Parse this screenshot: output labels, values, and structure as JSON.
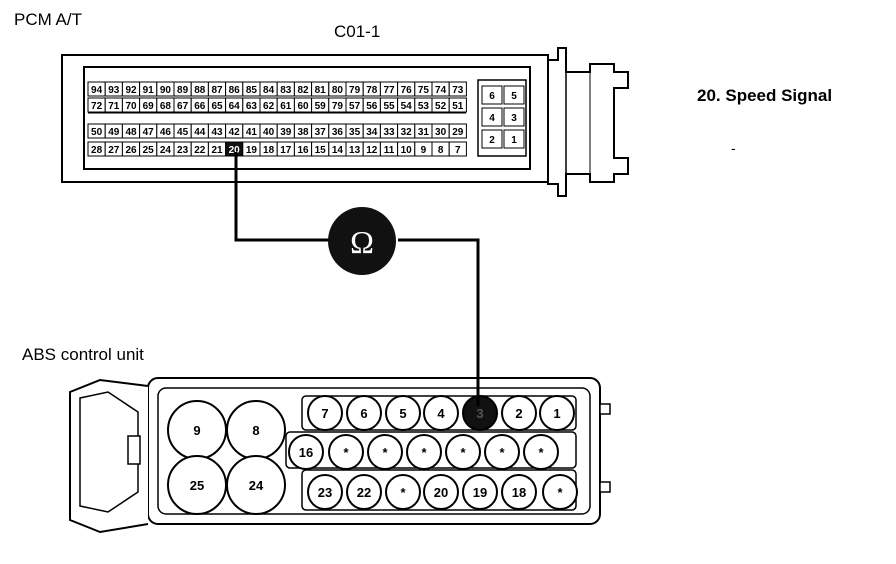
{
  "labels": {
    "pcm": "PCM A/T",
    "connector": "C01-1",
    "abs": "ABS control unit",
    "signal": "20. Speed Signal",
    "dash": "-",
    "meter": "Ω"
  },
  "pcm_pins": {
    "row1": [
      "94",
      "93",
      "92",
      "91",
      "90",
      "89",
      "88",
      "87",
      "86",
      "85",
      "84",
      "83",
      "82",
      "81",
      "80",
      "79",
      "78",
      "77",
      "76",
      "75",
      "74",
      "73"
    ],
    "row2": [
      "72",
      "71",
      "70",
      "69",
      "68",
      "67",
      "66",
      "65",
      "64",
      "63",
      "62",
      "61",
      "60",
      "59",
      "79",
      "57",
      "56",
      "55",
      "54",
      "53",
      "52",
      "51"
    ],
    "row3": [
      "50",
      "49",
      "48",
      "47",
      "46",
      "45",
      "44",
      "43",
      "42",
      "41",
      "40",
      "39",
      "38",
      "37",
      "36",
      "35",
      "34",
      "33",
      "32",
      "31",
      "30",
      "29"
    ],
    "row4": [
      "28",
      "27",
      "26",
      "25",
      "24",
      "23",
      "22",
      "21",
      "20",
      "19",
      "18",
      "17",
      "16",
      "15",
      "14",
      "13",
      "12",
      "11",
      "10",
      "9",
      "8",
      "7"
    ],
    "small": [
      "6",
      "5",
      "4",
      "3",
      "2",
      "1"
    ]
  },
  "abs_pins": {
    "large": [
      "9",
      "8",
      "25",
      "24"
    ],
    "row1": [
      "7",
      "6",
      "5",
      "4",
      "3",
      "2",
      "1"
    ],
    "row2": [
      "16",
      "*",
      "*",
      "*",
      "*",
      "*",
      "*"
    ],
    "row3": [
      "23",
      "22",
      "*",
      "20",
      "19",
      "18",
      "*"
    ]
  },
  "highlight": {
    "pcm_pin": "20",
    "abs_pin": "3"
  }
}
